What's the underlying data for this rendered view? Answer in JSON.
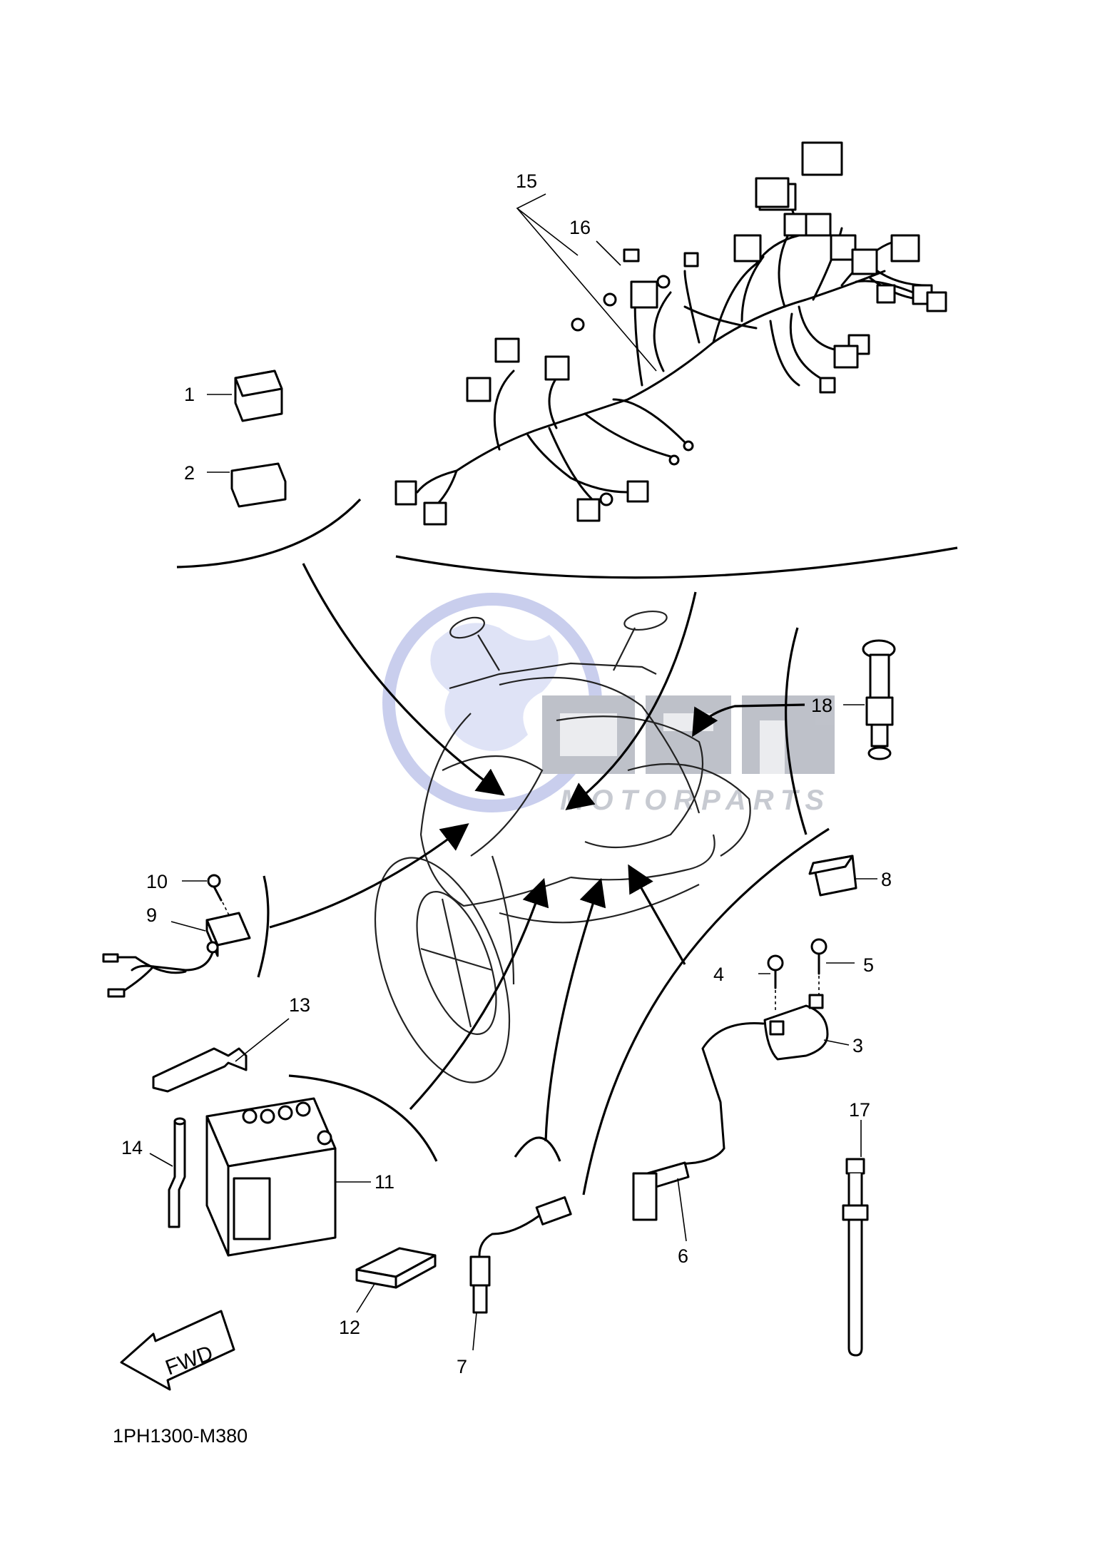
{
  "diagram": {
    "code": "1PH1300-M380",
    "watermark": {
      "logo_letters": "CMS",
      "caption": "MOTORPARTS",
      "color": "#9ea7df"
    },
    "fwd_label": "FWD",
    "callouts": [
      "1",
      "2",
      "3",
      "4",
      "5",
      "6",
      "7",
      "8",
      "9",
      "10",
      "11",
      "12",
      "13",
      "14",
      "15",
      "16",
      "17",
      "18"
    ]
  }
}
